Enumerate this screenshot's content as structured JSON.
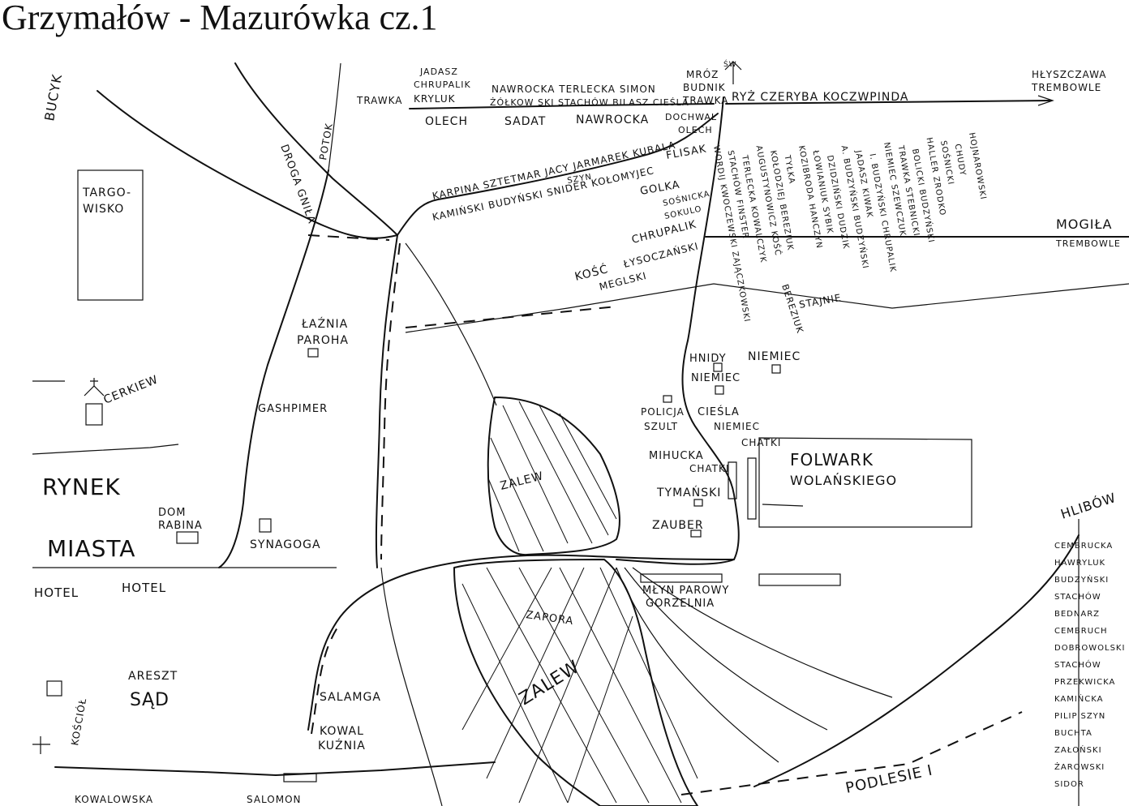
{
  "title": "Grzymałów - Mazurówka cz.1",
  "labels": {
    "bucyk": "BUCYK",
    "targowisko_1": "TARGO-",
    "targowisko_2": "WISKO",
    "droga_gnila": "DROGA GNIŁA",
    "potok": "POTOK",
    "laznia_1": "ŁAŹNIA",
    "laznia_2": "PAROHA",
    "cerkiew": "CERKIEW",
    "gashpimer": "GASHPIMER",
    "rynek_1": "RYNEK",
    "rynek_2": "MIASTA",
    "dom_rabina_1": "DOM",
    "dom_rabina_2": "RABINA",
    "synagoga": "SYNAGOGA",
    "hotel_1": "HOTEL",
    "hotel_2": "HOTEL",
    "areszt": "ARESZT",
    "sad": "SĄD",
    "kosciol": "KOŚCIÓŁ",
    "salamga": "SALAMGA",
    "kowal_1": "KOWAL",
    "kowal_2": "KUŹNIA",
    "zalew_1": "ZALEW",
    "zalew_2": "ZALEW",
    "zapora": "ZAPORA",
    "mlyn_1": "MŁYN PAROWY",
    "mlyn_2": "GORZELNIA",
    "folwark_1": "FOLWARK",
    "folwark_2": "WOLAŃSKIEGO",
    "podlesie": "PODLESIE I",
    "hlibow": "HLIBÓW",
    "mogila": "MOGIŁA",
    "trembowla_1": "TREMBOWLE",
    "hlyszczawa": "HŁYSZCZAWA",
    "trembowla_2": "TREMBOWLE",
    "kapliczka": "ŚW",
    "jadasz": "JADASZ",
    "chrupalik": "CHRUPALIK",
    "nawrocka_ter": "NAWROCKA TERLECKA SIMON",
    "trawka": "TRAWKA",
    "krylak": "KRYLUK",
    "zolkow": "ŻÓŁKOW SKI STACHÓW BILASZ CIEŚLA",
    "olech": "OLECH",
    "sadat": "SADAT",
    "nawrocka": "NAWROCKA",
    "mroz": "MRÓZ",
    "budnik": "BUDNIK",
    "trawka2": "TRAWKA",
    "dochwal": "DOCHWAŁ",
    "olech2": "OLECH",
    "ryz": "RYŻ CZERYBA KOCZWPINDA",
    "karpina": "KARPINA SZTETMAR JACY JARMAREK KUBALA",
    "szyn": "SZYN",
    "kaminski": "KAMIŃSKI BUDYŃSKI SNIDER KOŁOMYJEC",
    "flisak": "FLISAK",
    "golka": "GOLKA",
    "sosnicka": "SOŚNICKA",
    "sokulo": "SOKULO",
    "chrupalik2": "CHRUPALIK",
    "kosc": "KOŚĆ",
    "lysoczanski": "ŁYSOCZAŃSKI",
    "meglski": "MEGLSKI",
    "hnidy": "HNIDY",
    "niemiec1": "NIEMIEC",
    "niemiec2": "NIEMIEC",
    "policja": "POLICJA",
    "szult": "SZULT",
    "ciesla": "CIEŚLA",
    "niemiec3": "NIEMIEC",
    "chatki1": "CHATKI",
    "mihucka": "MIHUCKA",
    "chatki2": "CHATKI",
    "tymanski": "TYMAŃSKI",
    "zauber": "ZAUBER",
    "stajnie": "STAJNIE",
    "bereziuk": "BEREZIUK"
  },
  "village_columns": [
    "WORDIJ KWOCZEWSKI ZAJĄCZKOWSKI",
    "STACHÓW FINSTER",
    "TERLECKA KOWALCZYK",
    "AUGUSTYNOWICZ KOŚĆ",
    "KOŁODZIEJ BEREZIUK",
    "TYŁKA",
    "KOZIBRODA HANCZYN",
    "ŁOWIANIUK SYBIK",
    "DZIDZIŃSKI DUDZIK",
    "A. BUDZYŃSKI BUDZYŃSKI",
    "JADASZ KIWAK",
    "I. BUDZYŃSKI CHRUPALIK",
    "NIEMIEC SZEWCZUK",
    "TRAWKA STEBNICKI",
    "BOLICKI BUDZYŃSKI",
    "HALLER ZRODKO",
    "SOŚNICKI",
    "CHUDY",
    "HOJNAROWSKI"
  ],
  "right_column": [
    "CEMBRUCKA",
    "HAWRYLUK",
    "BUDZYŃSKI",
    "STACHÓW",
    "BEDNARZ",
    "CEMBRUCH",
    "DOBROWOLSKI",
    "STACHÓW",
    "PRZEKWICKA",
    "KAMIŃCKA",
    "PILIPISZYN",
    "BUCHTA",
    "ZAŁOŃSKI",
    "ŻAROWSKI",
    "SIDOR"
  ],
  "bottom_left_partial": "KOWALOWSKA",
  "bottom_mid_partial": "SALOMON"
}
